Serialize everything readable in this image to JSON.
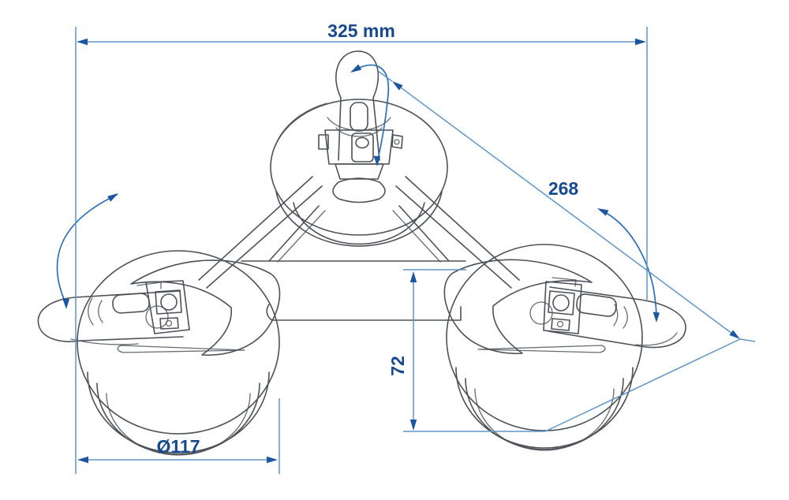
{
  "diagram": {
    "type": "technical-drawing",
    "dimensions": {
      "overall_width": "325 mm",
      "diagonal_spacing": "268",
      "pad_height": "72",
      "cup_diameter": "Ø117"
    },
    "colors": {
      "background": "#ffffff",
      "product_line": "#4c5258",
      "dimension_line": "#6096c8",
      "dimension_text": "#17498f",
      "arrow_fill": "#1c56a0",
      "rotation_arrow": "#2e6fb5"
    }
  }
}
